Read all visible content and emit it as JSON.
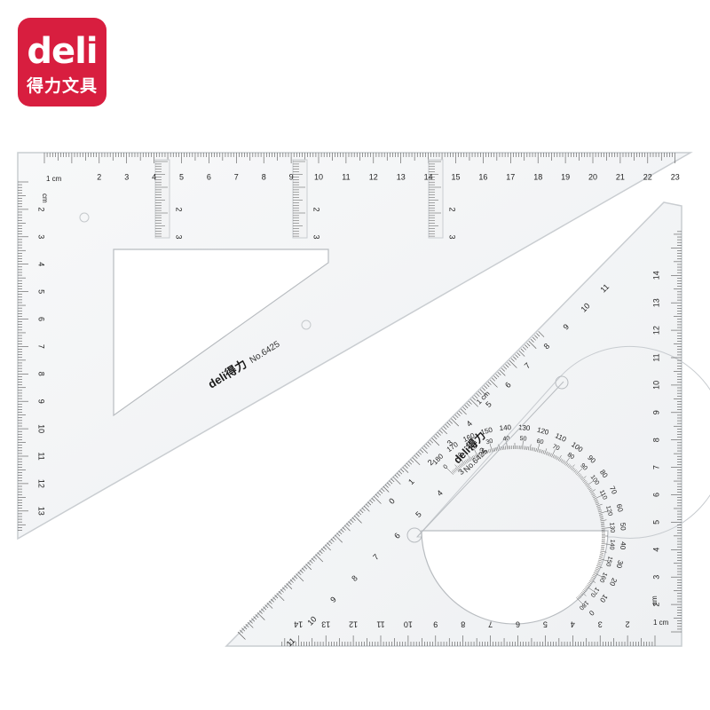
{
  "logo": {
    "brand": "deli",
    "chinese": "得力文具",
    "color": "#d81e3f"
  },
  "ruler_a": {
    "brand": "deli得力",
    "model": "No.6425",
    "top_scale": {
      "unit": "1 cm",
      "numbers": [
        "2",
        "3",
        "4",
        "5",
        "6",
        "7",
        "8",
        "9",
        "10",
        "11",
        "12",
        "13",
        "14",
        "15",
        "16",
        "17",
        "18",
        "19",
        "20",
        "21",
        "22",
        "23"
      ]
    },
    "left_scale": {
      "unit": "cm",
      "numbers": [
        "2",
        "3",
        "4",
        "5",
        "6",
        "7",
        "8",
        "9",
        "10",
        "11",
        "12",
        "13"
      ]
    },
    "window_numbers": [
      "2",
      "3"
    ]
  },
  "ruler_b": {
    "brand": "deli得力",
    "model": "No.6425",
    "hyp_unit": "1 cm",
    "hyp_numbers": [
      "2",
      "3",
      "4",
      "5",
      "6",
      "7",
      "8",
      "9",
      "10",
      "11"
    ],
    "hyp_numbers_reverse": [
      "0",
      "1",
      "2",
      "3",
      "4",
      "5",
      "6",
      "7",
      "8",
      "9",
      "10",
      "11"
    ],
    "bottom_unit": "1 cm",
    "bottom_numbers": [
      "2",
      "3",
      "4",
      "5",
      "6",
      "7",
      "8",
      "9",
      "10",
      "11",
      "12",
      "13",
      "14"
    ],
    "right_unit": "cm",
    "right_numbers": [
      "2",
      "3",
      "4",
      "5",
      "6",
      "7",
      "8",
      "9",
      "10",
      "11",
      "12",
      "13",
      "14"
    ],
    "protractor_outer": [
      "0",
      "10",
      "20",
      "30",
      "40",
      "50",
      "60",
      "70",
      "80",
      "90",
      "100",
      "110",
      "120",
      "130",
      "140",
      "150",
      "160",
      "170",
      "180"
    ],
    "protractor_inner": [
      "180",
      "170",
      "160",
      "150",
      "140",
      "130",
      "120",
      "110",
      "100",
      "90",
      "80",
      "70",
      "60",
      "50",
      "40",
      "30",
      "20",
      "10",
      "0"
    ]
  }
}
